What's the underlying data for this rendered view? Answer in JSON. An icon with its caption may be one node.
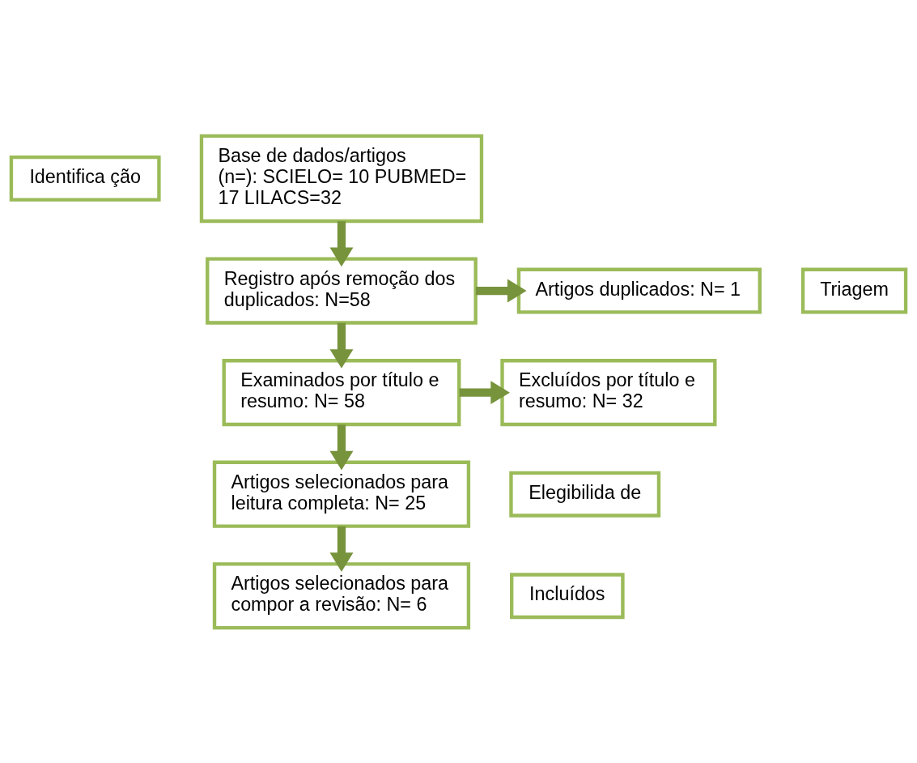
{
  "diagram": {
    "nodes": [
      {
        "text": [
          "Identifica ção"
        ]
      },
      {
        "text": [
          "Base de dados/artigos (n=): SCIELO= 10 PUBMED= 17 LILACS=32"
        ]
      },
      {
        "text": [
          "Triagem"
        ]
      },
      {
        "text": [
          "Registro após remoção dos duplicados: N=58"
        ]
      },
      {
        "text": [
          "Artigos duplicados: N= 1"
        ]
      },
      {
        "text": [
          "Examinados por título e resumo: N= 58"
        ]
      },
      {
        "text": [
          "Excluídos por título e resumo: N= 32"
        ]
      },
      {
        "text": [
          "Elegibilida de"
        ]
      },
      {
        "text": [
          "Artigos selecionados para leitura completa: N= 25"
        ]
      },
      {
        "text": [
          "Incluídos"
        ]
      },
      {
        "text": [
          "Artigos selecionados para compor a revisão: N= 6"
        ]
      }
    ],
    "edges": [
      {
        "from": 1,
        "to": 3,
        "arrow": "to"
      },
      {
        "from": 3,
        "to": 4,
        "arrow": "to"
      },
      {
        "from": 3,
        "to": 5,
        "arrow": "to"
      },
      {
        "from": 5,
        "to": 6,
        "arrow": "to"
      },
      {
        "from": 5,
        "to": 8,
        "arrow": "to"
      },
      {
        "from": 8,
        "to": 10,
        "arrow": "to"
      }
    ]
  }
}
